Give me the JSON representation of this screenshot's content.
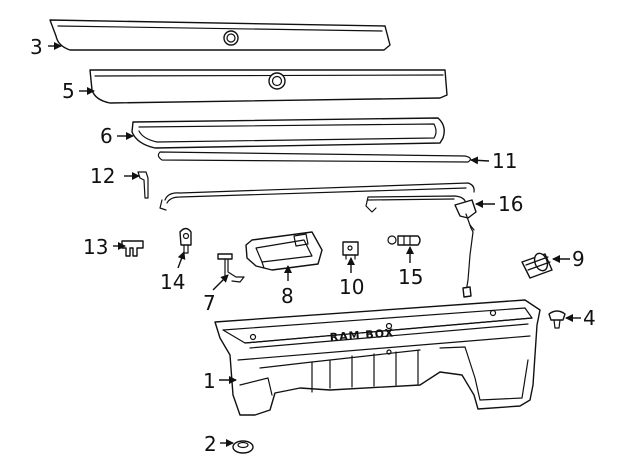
{
  "callouts": [
    {
      "id": "c1",
      "label": "1"
    },
    {
      "id": "c2",
      "label": "2"
    },
    {
      "id": "c3",
      "label": "3"
    },
    {
      "id": "c4",
      "label": "4"
    },
    {
      "id": "c5",
      "label": "5"
    },
    {
      "id": "c6",
      "label": "6"
    },
    {
      "id": "c7",
      "label": "7"
    },
    {
      "id": "c8",
      "label": "8"
    },
    {
      "id": "c9",
      "label": "9"
    },
    {
      "id": "c10",
      "label": "10"
    },
    {
      "id": "c11",
      "label": "11"
    },
    {
      "id": "c12",
      "label": "12"
    },
    {
      "id": "c13",
      "label": "13"
    },
    {
      "id": "c14",
      "label": "14"
    },
    {
      "id": "c15",
      "label": "15"
    },
    {
      "id": "c16",
      "label": "16"
    }
  ],
  "embossed_text": "RAM BOX"
}
